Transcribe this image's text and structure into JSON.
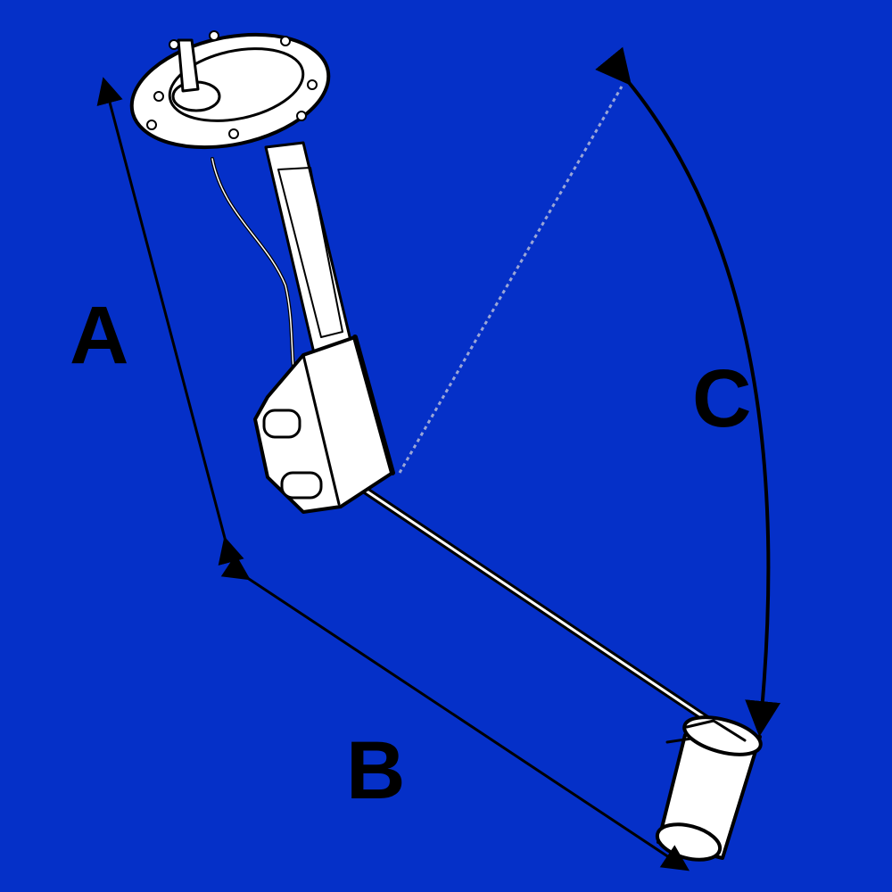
{
  "background": "#0530c8",
  "part": "fuel-level-sender-unit",
  "dimensions": [
    {
      "id": "A",
      "label": "A"
    },
    {
      "id": "B",
      "label": "B"
    },
    {
      "id": "C",
      "label": "C"
    }
  ]
}
